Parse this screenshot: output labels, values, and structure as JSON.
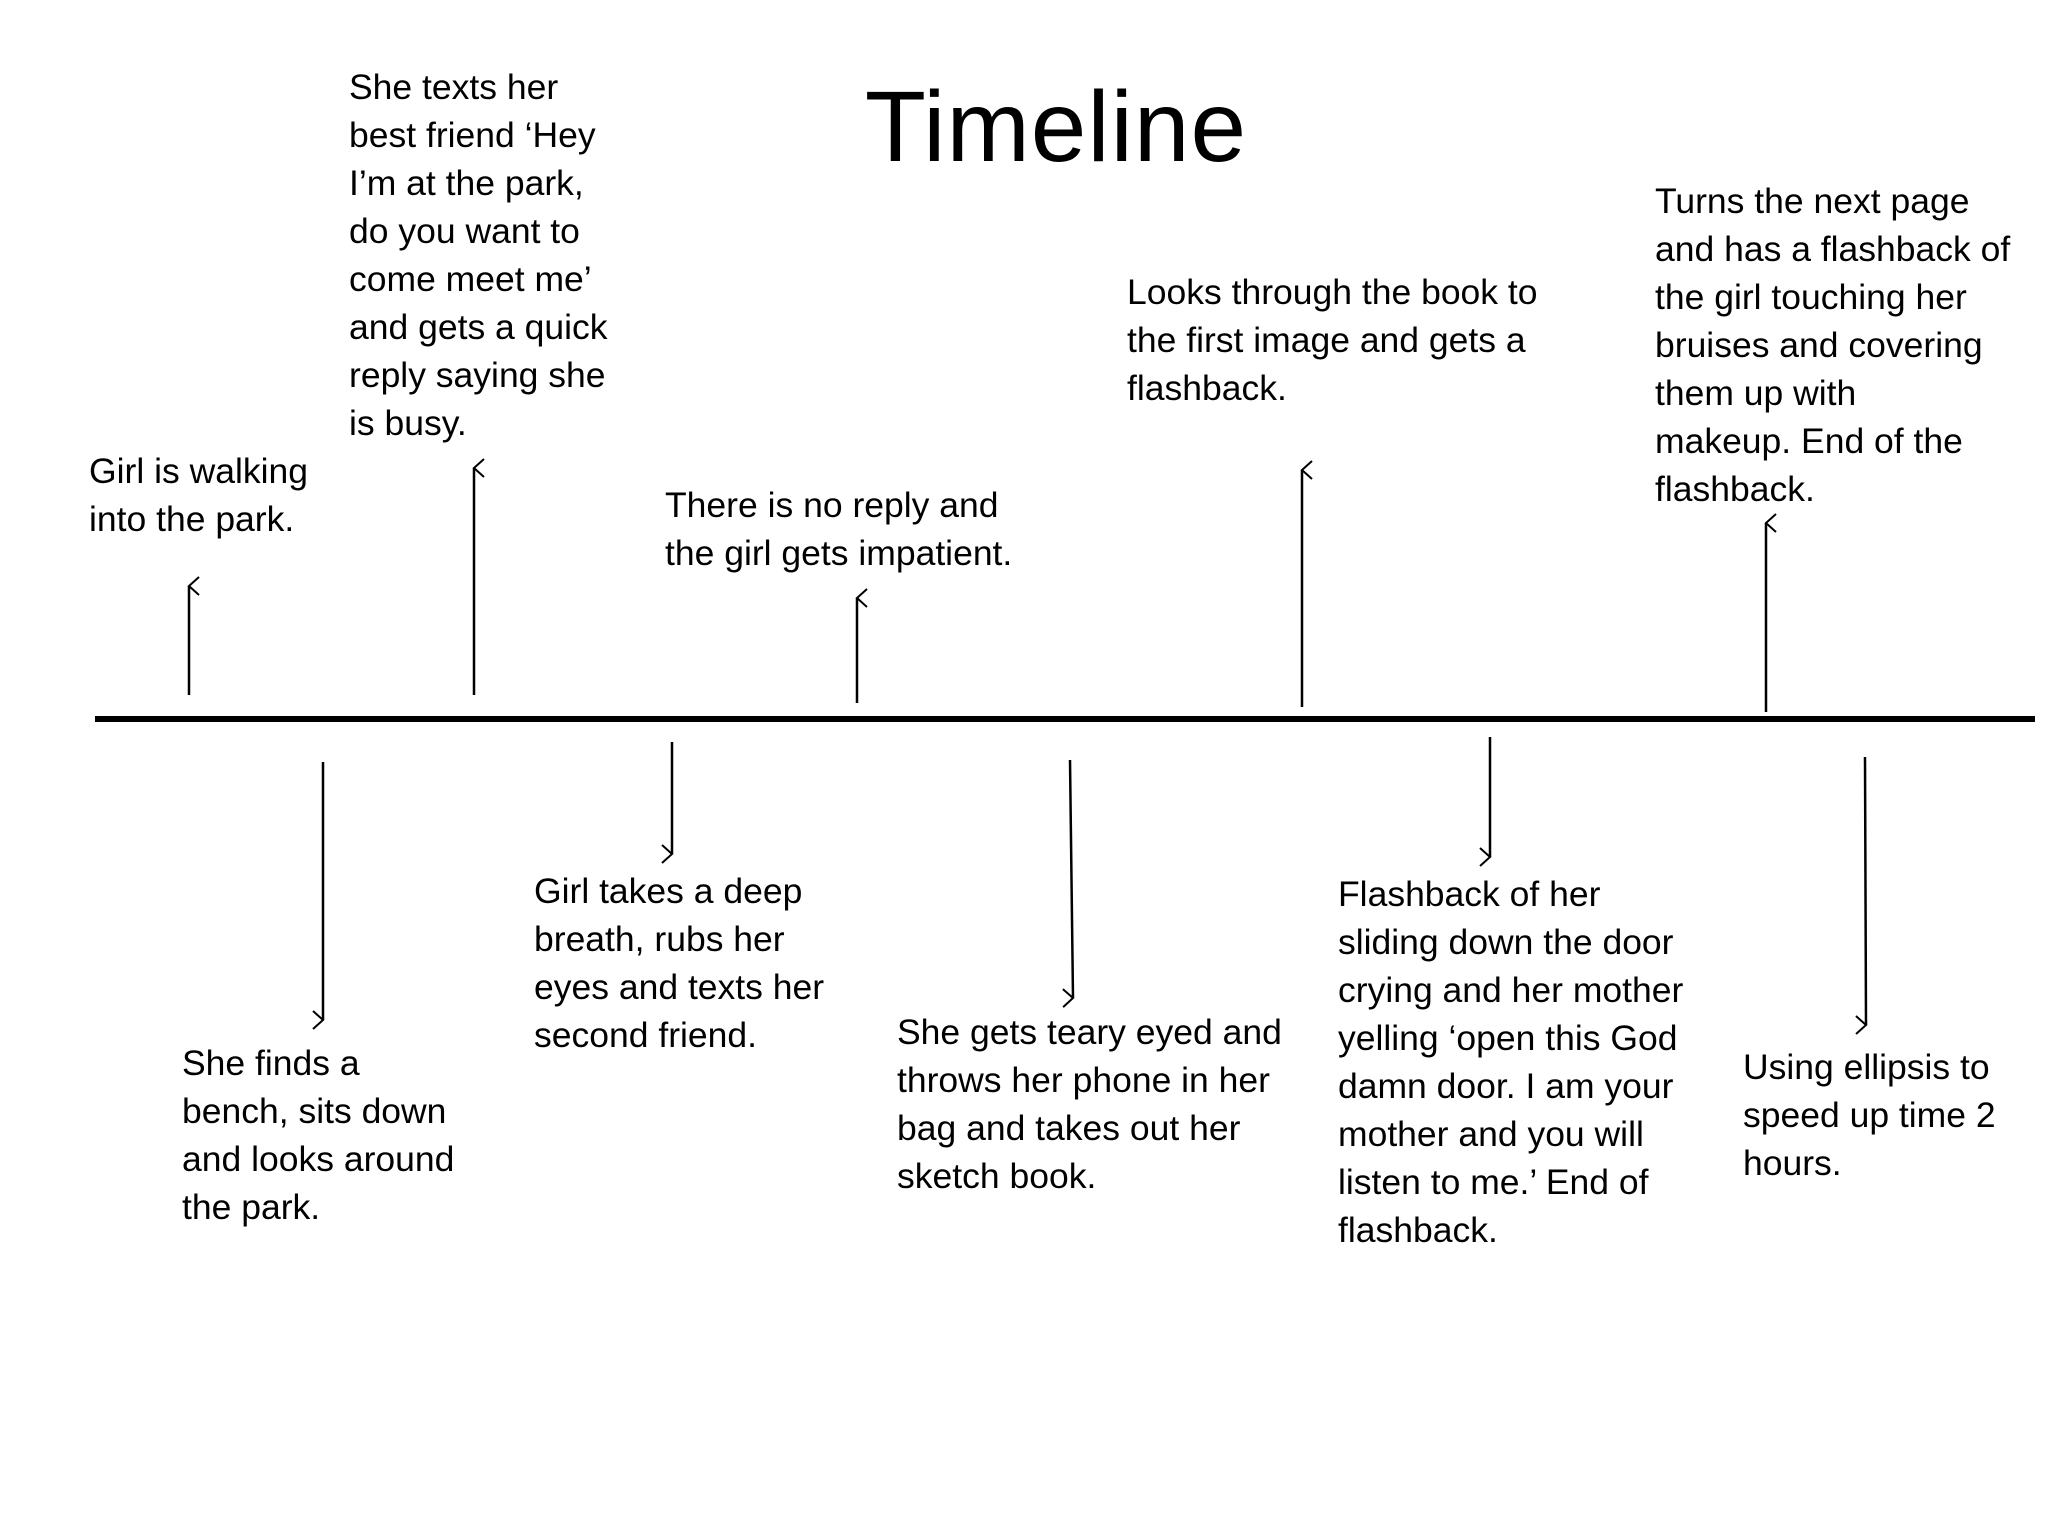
{
  "title": "Timeline",
  "events_above": [
    {
      "text": "Girl is walking\ninto the park."
    },
    {
      "text": "She texts her\nbest friend ‘Hey\nI’m at the park,\ndo you want to\ncome meet me’\nand gets a quick\nreply saying she\nis busy."
    },
    {
      "text": "There is no reply and\nthe girl gets impatient."
    },
    {
      "text": "Looks through the book to\nthe first image and gets a\nflashback."
    },
    {
      "text": "Turns the next page\nand has a flashback of\nthe girl touching her\nbruises and covering\nthem up with\nmakeup. End of the\nflashback."
    }
  ],
  "events_below": [
    {
      "text": "She finds a\nbench, sits down\nand looks around\nthe park."
    },
    {
      "text": "Girl takes a deep\nbreath, rubs her\neyes and texts her\nsecond friend."
    },
    {
      "text": "She gets teary eyed and\nthrows her phone in her\nbag and takes out her\nsketch book."
    },
    {
      "text": "Flashback of her\nsliding down the door\ncrying and her mother\nyelling ‘open this God\ndamn door. I am your\nmother and you will\nlisten to me.’ End of\nflashback."
    },
    {
      "text": "Using ellipsis to\nspeed up time 2\nhours."
    }
  ]
}
